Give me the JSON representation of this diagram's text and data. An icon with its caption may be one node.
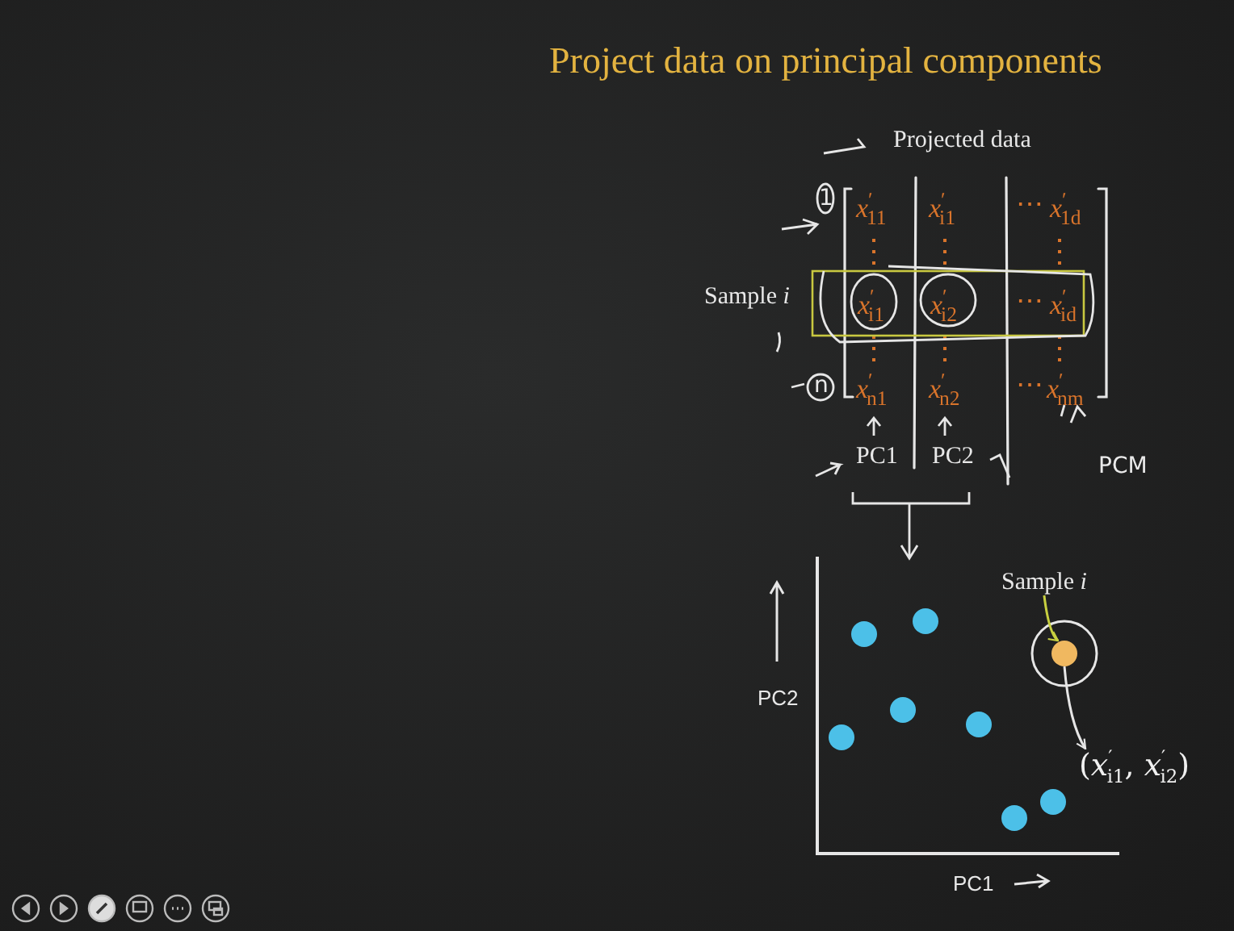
{
  "diagram": {
    "title": "Project data on principal components",
    "nodes": [
      {
        "text": [
          "Sample *i*"
        ]
      },
      {
        "text": [],
        "shape": "circle"
      },
      {
        "text": [
          "(*x*$^{′}$$_{i1}$, *x*$^{′}$$_{i2}$)"
        ]
      }
    ],
    "edges": [
      {
        "from": 0,
        "to": 1,
        "arrow": "to",
        "color": "#c8d040"
      },
      {
        "from": 1,
        "to": 2,
        "arrow": "to",
        "color": "#e6e6e6"
      }
    ],
    "labels": [
      "Projected data",
      "1",
      "*x*$^{′}$$_{11}$",
      "*x*$^{′}$$_{i1}$",
      "⋯",
      "*x*$^{′}$$_{1d}$",
      "Sample *i*",
      "*x*$^{′}$$_{i1}$",
      "*x*$^{′}$$_{i2}$",
      "⋯",
      "*x*$^{′}$$_{id}$",
      "n",
      "*x*$^{′}$$_{n1}$",
      "*x*$^{′}$$_{n2}$",
      "⋯",
      "*x*$^{′}$$_{nm}$",
      "PC1",
      "PC2",
      "PCM",
      "PC2",
      "PC1"
    ]
  }
}
